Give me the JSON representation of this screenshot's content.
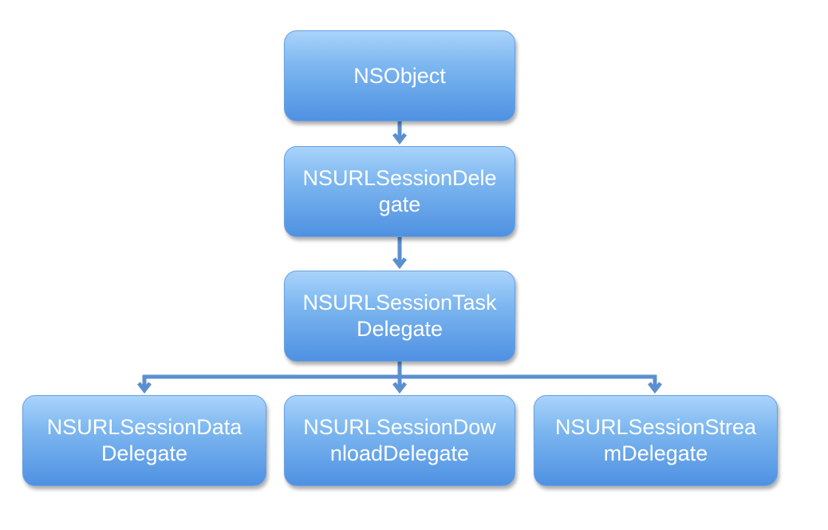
{
  "colors": {
    "node_top": "#a9d3fb",
    "node_bottom": "#4f91e2",
    "connector": "#5b8fd0",
    "text": "#ffffff"
  },
  "nodes": {
    "nsobject": {
      "lines": [
        "NSObject"
      ]
    },
    "session_delegate": {
      "lines": [
        "NSURLSessionDele",
        "gate"
      ]
    },
    "task_delegate": {
      "lines": [
        "NSURLSessionTask",
        "Delegate"
      ]
    },
    "data_delegate": {
      "lines": [
        "NSURLSessionData",
        "Delegate"
      ]
    },
    "download_delegate": {
      "lines": [
        "NSURLSessionDow",
        "nloadDelegate"
      ]
    },
    "stream_delegate": {
      "lines": [
        "NSURLSessionStrea",
        "mDelegate"
      ]
    }
  },
  "edges": [
    {
      "from": "nsobject",
      "to": "session_delegate"
    },
    {
      "from": "session_delegate",
      "to": "task_delegate"
    },
    {
      "from": "task_delegate",
      "to": "data_delegate"
    },
    {
      "from": "task_delegate",
      "to": "download_delegate"
    },
    {
      "from": "task_delegate",
      "to": "stream_delegate"
    }
  ]
}
